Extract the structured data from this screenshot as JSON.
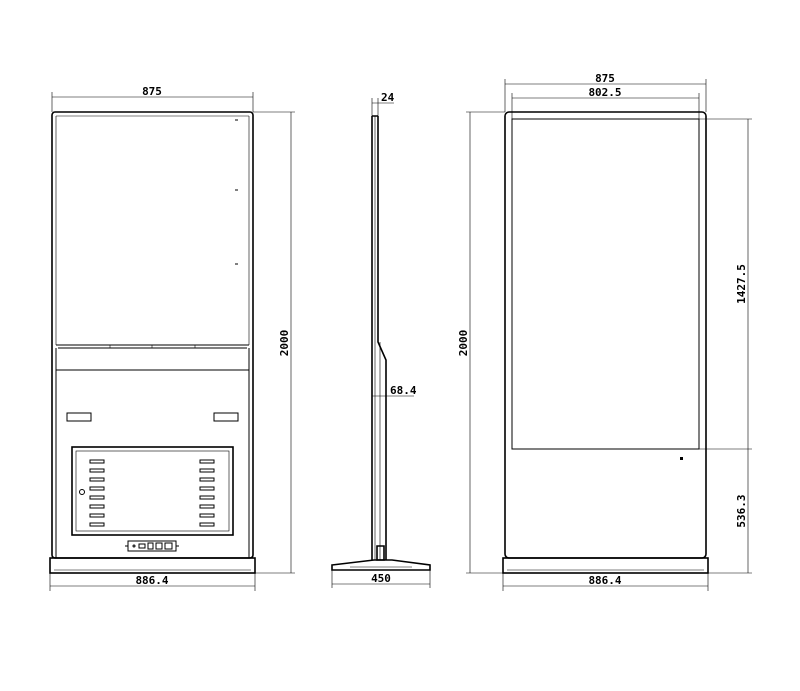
{
  "views": {
    "back": {
      "top_width": "875",
      "base_width": "886.4",
      "height": "2000"
    },
    "side": {
      "top_thickness": "24",
      "body_depth": "68.4",
      "base_depth": "450"
    },
    "front": {
      "top_width": "875",
      "screen_width": "802.5",
      "height": "2000",
      "screen_height": "1427.5",
      "lower_height": "536.3",
      "base_width": "886.4"
    }
  }
}
